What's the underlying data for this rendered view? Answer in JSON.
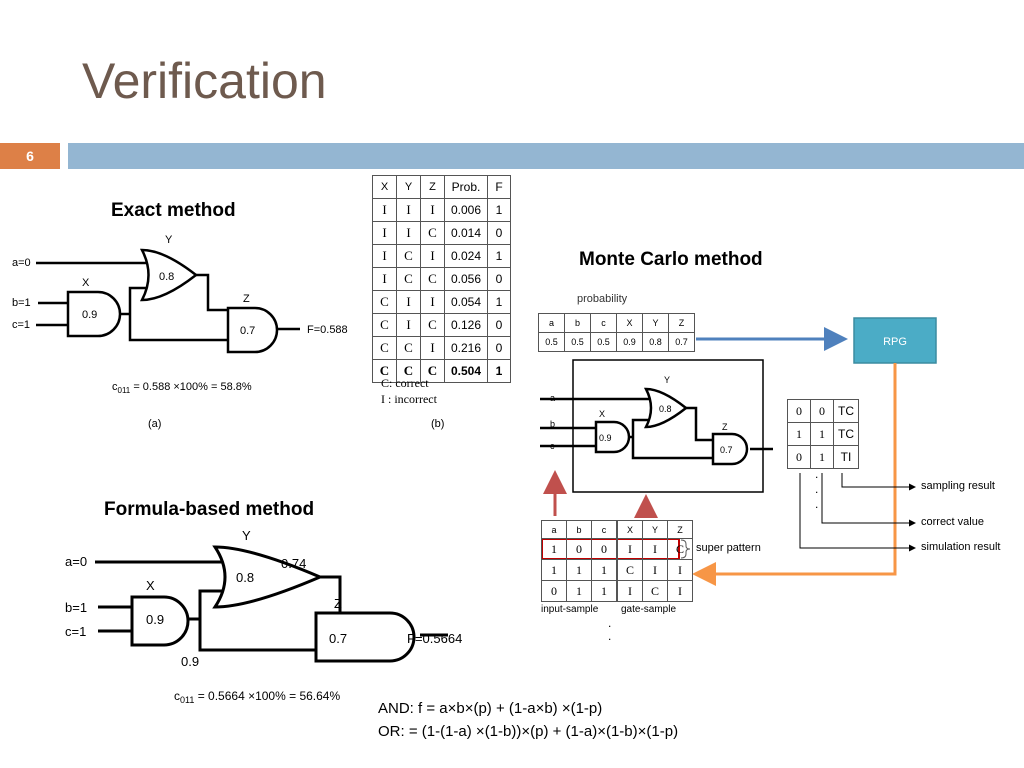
{
  "slide": {
    "title": "Verification",
    "number": "6",
    "colors": {
      "title": "#6e5a4e",
      "number_box": "#dd8047",
      "header_bar": "#94b6d2",
      "rpg_box": "#4bacc6",
      "blue_arrow": "#4f81bd",
      "orange_arrow": "#f79646",
      "red_arrow": "#c0504d"
    }
  },
  "exact": {
    "heading": "Exact method",
    "a": "a=0",
    "b": "b=1",
    "c": "c=1",
    "gate_x_name": "X",
    "gate_x_p": "0.9",
    "gate_y_name": "Y",
    "gate_y_p": "0.8",
    "gate_z_name": "Z",
    "gate_z_p": "0.7",
    "output": "F=0.588",
    "c_label": "c",
    "c_sub": "011",
    "c_value": " = 0.588 ×100% = 58.8%",
    "caption_a": "(a)",
    "caption_b": "(b)"
  },
  "truth_table": {
    "headers": [
      "X",
      "Y",
      "Z",
      "Prob.",
      "F"
    ],
    "rows": [
      [
        "I",
        "I",
        "I",
        "0.006",
        "1"
      ],
      [
        "I",
        "I",
        "C",
        "0.014",
        "0"
      ],
      [
        "I",
        "C",
        "I",
        "0.024",
        "1"
      ],
      [
        "I",
        "C",
        "C",
        "0.056",
        "0"
      ],
      [
        "C",
        "I",
        "I",
        "0.054",
        "1"
      ],
      [
        "C",
        "I",
        "C",
        "0.126",
        "0"
      ],
      [
        "C",
        "C",
        "I",
        "0.216",
        "0"
      ],
      [
        "C",
        "C",
        "C",
        "0.504",
        "1"
      ]
    ],
    "legend_correct": "C:  correct",
    "legend_incorrect": " I : incorrect"
  },
  "monte_carlo": {
    "heading": "Monte Carlo method",
    "prob_label": "probability",
    "prob_headers": [
      "a",
      "b",
      "c",
      "X",
      "Y",
      "Z"
    ],
    "prob_values": [
      "0.5",
      "0.5",
      "0.5",
      "0.9",
      "0.8",
      "0.7"
    ],
    "rpg_label": "RPG",
    "circuit": {
      "a": "a",
      "b": "b",
      "c": "c",
      "x_name": "X",
      "x_p": "0.9",
      "y_name": "Y",
      "y_p": "0.8",
      "z_name": "Z",
      "z_p": "0.7"
    },
    "sim_table": [
      [
        "0",
        "0",
        "TC"
      ],
      [
        "1",
        "1",
        "TC"
      ],
      [
        "0",
        "1",
        "TI"
      ]
    ],
    "sampling_result": "sampling result",
    "correct_value": "correct value",
    "simulation_result": "simulation result",
    "sample_headers": [
      "a",
      "b",
      "c",
      "X",
      "Y",
      "Z"
    ],
    "sample_rows": [
      [
        "1",
        "0",
        "0",
        "I",
        "I",
        "C"
      ],
      [
        "1",
        "1",
        "1",
        "C",
        "I",
        "I"
      ],
      [
        "0",
        "1",
        "1",
        "I",
        "C",
        "I"
      ]
    ],
    "super_pattern": "super pattern",
    "input_sample": "input-sample",
    "gate_sample": "gate-sample"
  },
  "formula_method": {
    "heading": "Formula-based method",
    "a": "a=0",
    "b": "b=1",
    "c": "c=1",
    "gate_x_name": "X",
    "gate_x_p": "0.9",
    "gate_y_name": "Y",
    "gate_y_p": "0.8",
    "y_out": "0.74",
    "gate_z_name": "Z",
    "gate_z_p": "0.7",
    "x_out": "0.9",
    "output": "F=0.5664",
    "c_label": "c",
    "c_sub": "011",
    "c_value": " = 0.5664 ×100% = 56.64%"
  },
  "formulas": {
    "and": "AND: f = a×b×(p) + (1-a×b) ×(1-p)",
    "or": "OR:  = (1-(1-a) ×(1-b))×(p) + (1-a)×(1-b)×(1-p)"
  }
}
